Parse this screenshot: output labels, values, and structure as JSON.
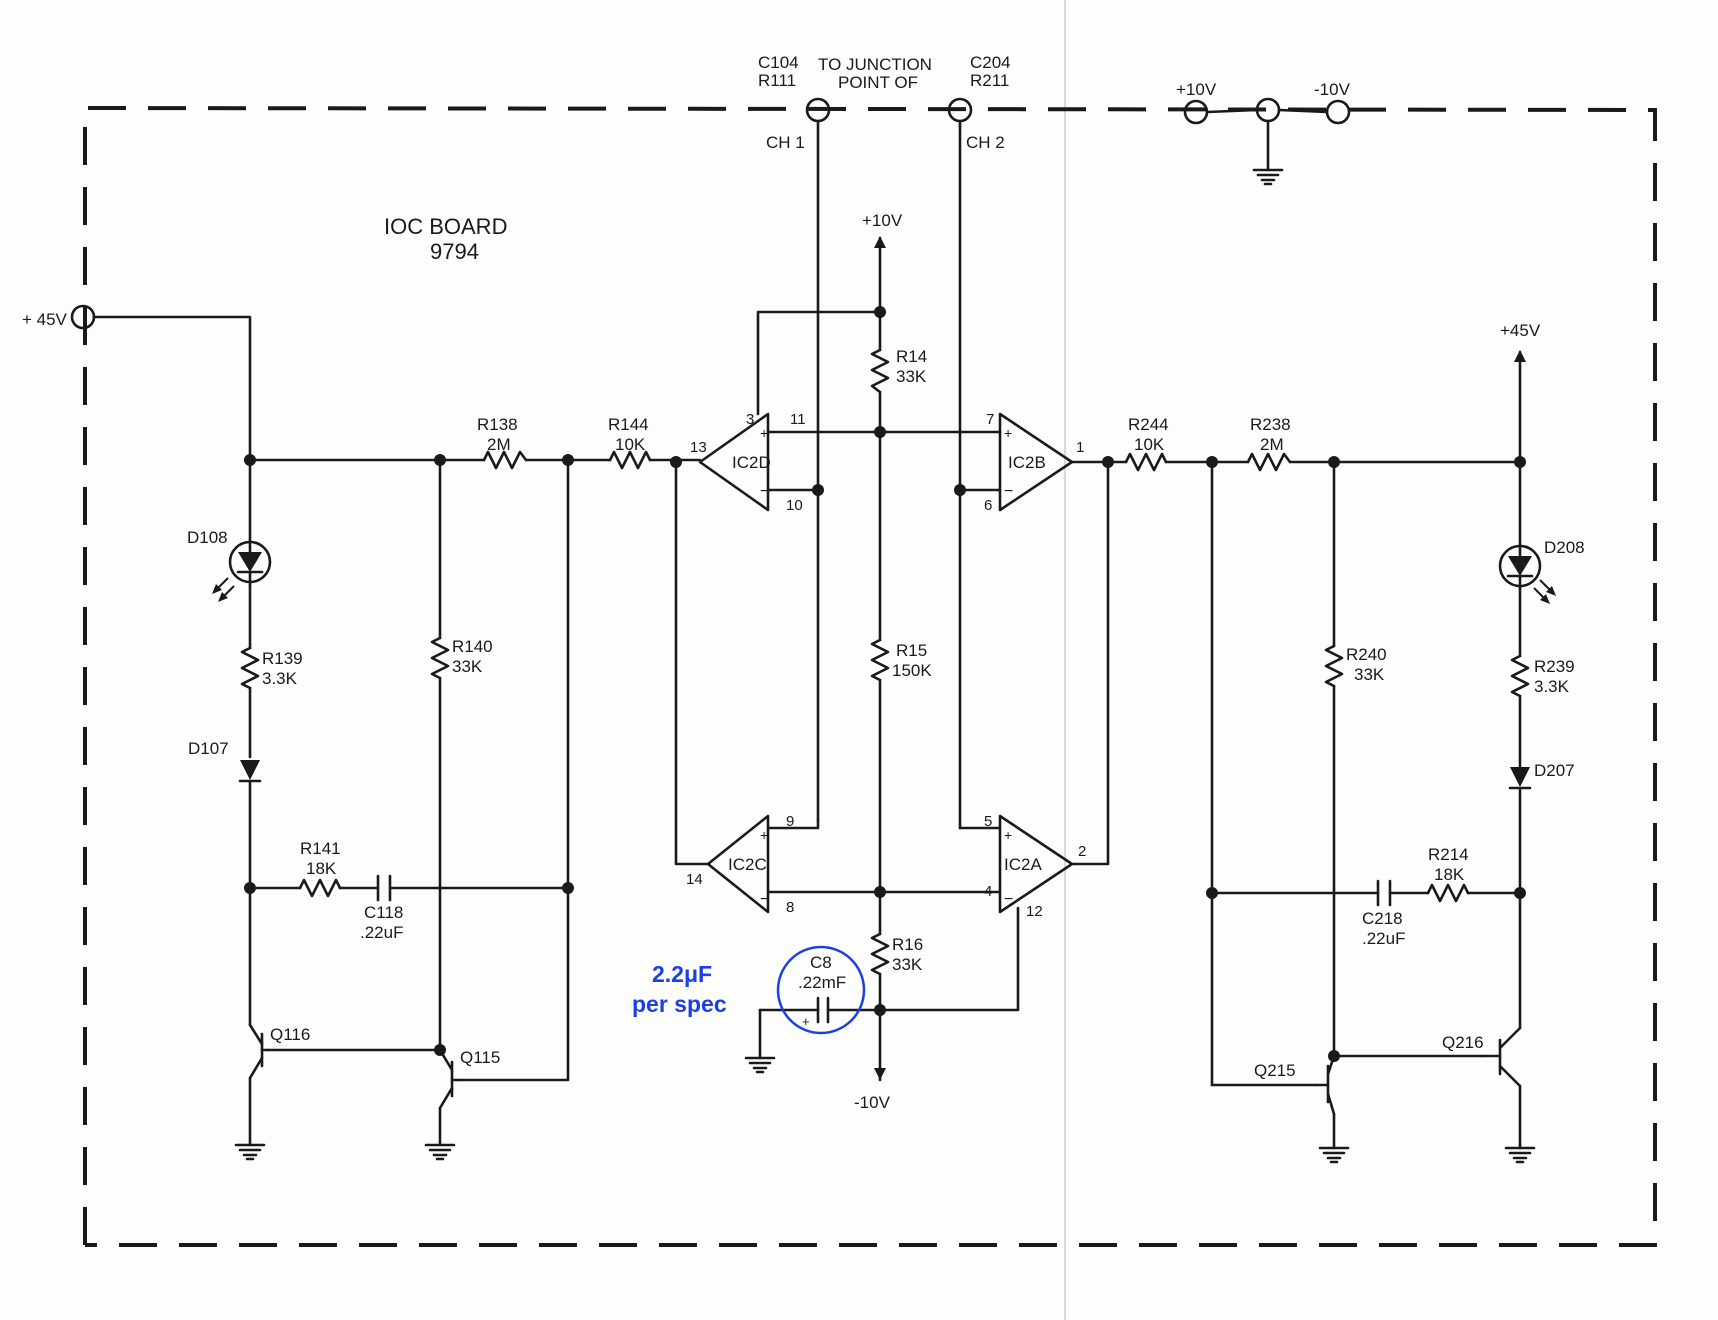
{
  "board": {
    "title": "IOC BOARD",
    "number": "9794"
  },
  "top": {
    "c104": "C104",
    "r111": "R111",
    "c204": "C204",
    "r211": "R211",
    "junction1": "TO JUNCTION",
    "junction2": "POINT OF",
    "ch1": "CH 1",
    "ch2": "CH 2",
    "p10": "+10V",
    "m10": "-10V"
  },
  "rails": {
    "left45": "+ 45V",
    "right45": "+45V",
    "center10": "+10V",
    "bottom_m10": "-10V"
  },
  "resistors": {
    "r14": [
      "R14",
      "33K"
    ],
    "r15": [
      "R15",
      "150K"
    ],
    "r16": [
      "R16",
      "33K"
    ],
    "r138": [
      "R138",
      "2M"
    ],
    "r144": [
      "R144",
      "10K"
    ],
    "r139": [
      "R139",
      "3.3K"
    ],
    "r140": [
      "R140",
      "33K"
    ],
    "r141": [
      "R141",
      "18K"
    ],
    "r244": [
      "R244",
      "10K"
    ],
    "r238": [
      "R238",
      "2M"
    ],
    "r240": [
      "R240",
      "33K"
    ],
    "r239": [
      "R239",
      "3.3K"
    ],
    "r214": [
      "R214",
      "18K"
    ]
  },
  "capacitors": {
    "c118": [
      "C118",
      ".22uF"
    ],
    "c218": [
      "C218",
      ".22uF"
    ],
    "c8": [
      "C8",
      ".22mF"
    ]
  },
  "diodes": {
    "d108": "D108",
    "d107": "D107",
    "d208": "D208",
    "d207": "D207"
  },
  "transistors": {
    "q116": "Q116",
    "q115": "Q115",
    "q215": "Q215",
    "q216": "Q216"
  },
  "opamps": {
    "ic2d": {
      "name": "IC2D",
      "pins": [
        "3",
        "11",
        "13",
        "10"
      ]
    },
    "ic2b": {
      "name": "IC2B",
      "pins": [
        "7",
        "1",
        "6"
      ]
    },
    "ic2c": {
      "name": "IC2C",
      "pins": [
        "9",
        "14",
        "8"
      ]
    },
    "ic2a": {
      "name": "IC2A",
      "pins": [
        "5",
        "2",
        "4",
        "12"
      ]
    }
  },
  "annotation": {
    "line1": "2.2μF",
    "line2": "per spec",
    "color": "#1a3fe6"
  },
  "colors": {
    "ink": "#1a1a1a",
    "paper": "#fdfdfc",
    "annotation": "#1a3fe6"
  }
}
